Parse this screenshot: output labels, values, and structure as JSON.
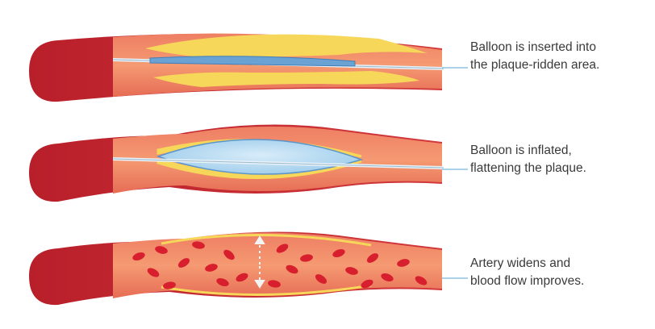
{
  "steps": [
    {
      "line1": "Balloon is inserted into",
      "line2": "the plaque-ridden area."
    },
    {
      "line1": "Balloon is inflated,",
      "line2": "flattening the plaque."
    },
    {
      "line1": "Artery widens and",
      "line2": "blood flow improves."
    }
  ],
  "colors": {
    "artery_outer": "#c8282f",
    "artery_wall": "#e9715a",
    "lumen": "#f6a176",
    "plaque": "#f7d75a",
    "balloon_fill": "#b9dcf3",
    "balloon_edge": "#5c95c9",
    "catheter": "#a9c8de",
    "blood_cell": "#d81f2e",
    "leader_line": "#8ec3e0"
  }
}
